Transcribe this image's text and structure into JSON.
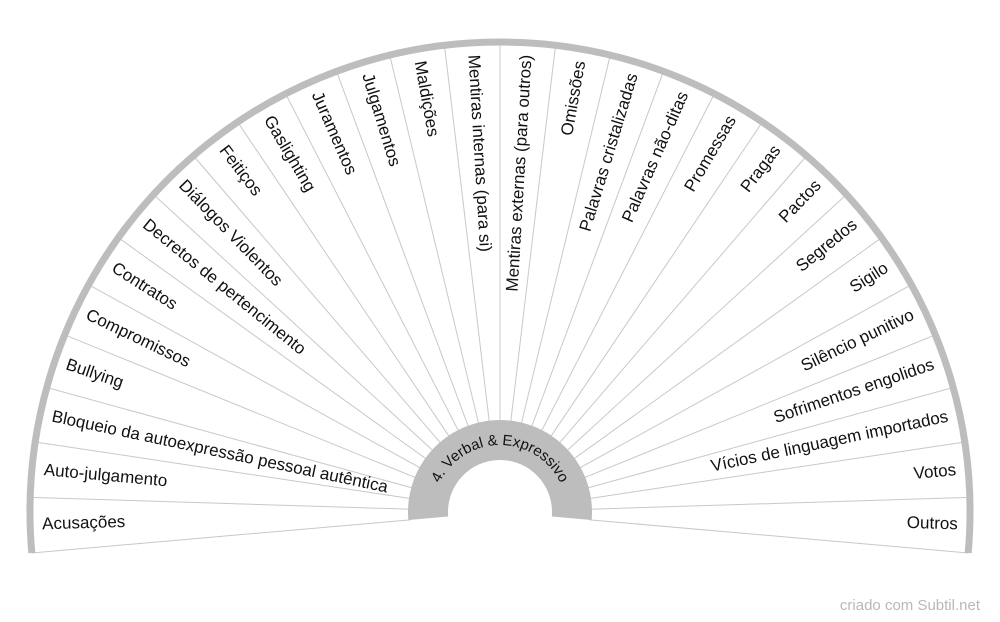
{
  "chart_data": {
    "type": "pie",
    "title": "4. Verbal & Expressivo",
    "sectors": [
      "Acusações",
      "Auto-julgamento",
      "Bloqueio da autoexpressão pessoal autêntica",
      "Bullying",
      "Compromissos",
      "Contratos",
      "Decretos de pertencimento",
      "Diálogos Violentos",
      "Feitiços",
      "Gaslighting",
      "Juramentos",
      "Julgamentos",
      "Maldições",
      "Mentiras internas (para si)",
      "Mentiras externas (para outros)",
      "Omissões",
      "Palavras cristalizadas",
      "Palavras não-ditas",
      "Promessas",
      "Pragas",
      "Pactos",
      "Segredos",
      "Sigilo",
      "Silêncio punitivo",
      "Sofrimentos engolidos",
      "Vícios de linguagem importados",
      "Votos",
      "Outros"
    ],
    "arc_degrees": 190
  },
  "footer": {
    "credit": "criado com Subtil.net"
  },
  "colors": {
    "rim": "#bdbdbd",
    "hub": "#bdbdbd",
    "divider": "#c8c8c8",
    "text": "#111111",
    "credit": "#b8b8b8"
  }
}
